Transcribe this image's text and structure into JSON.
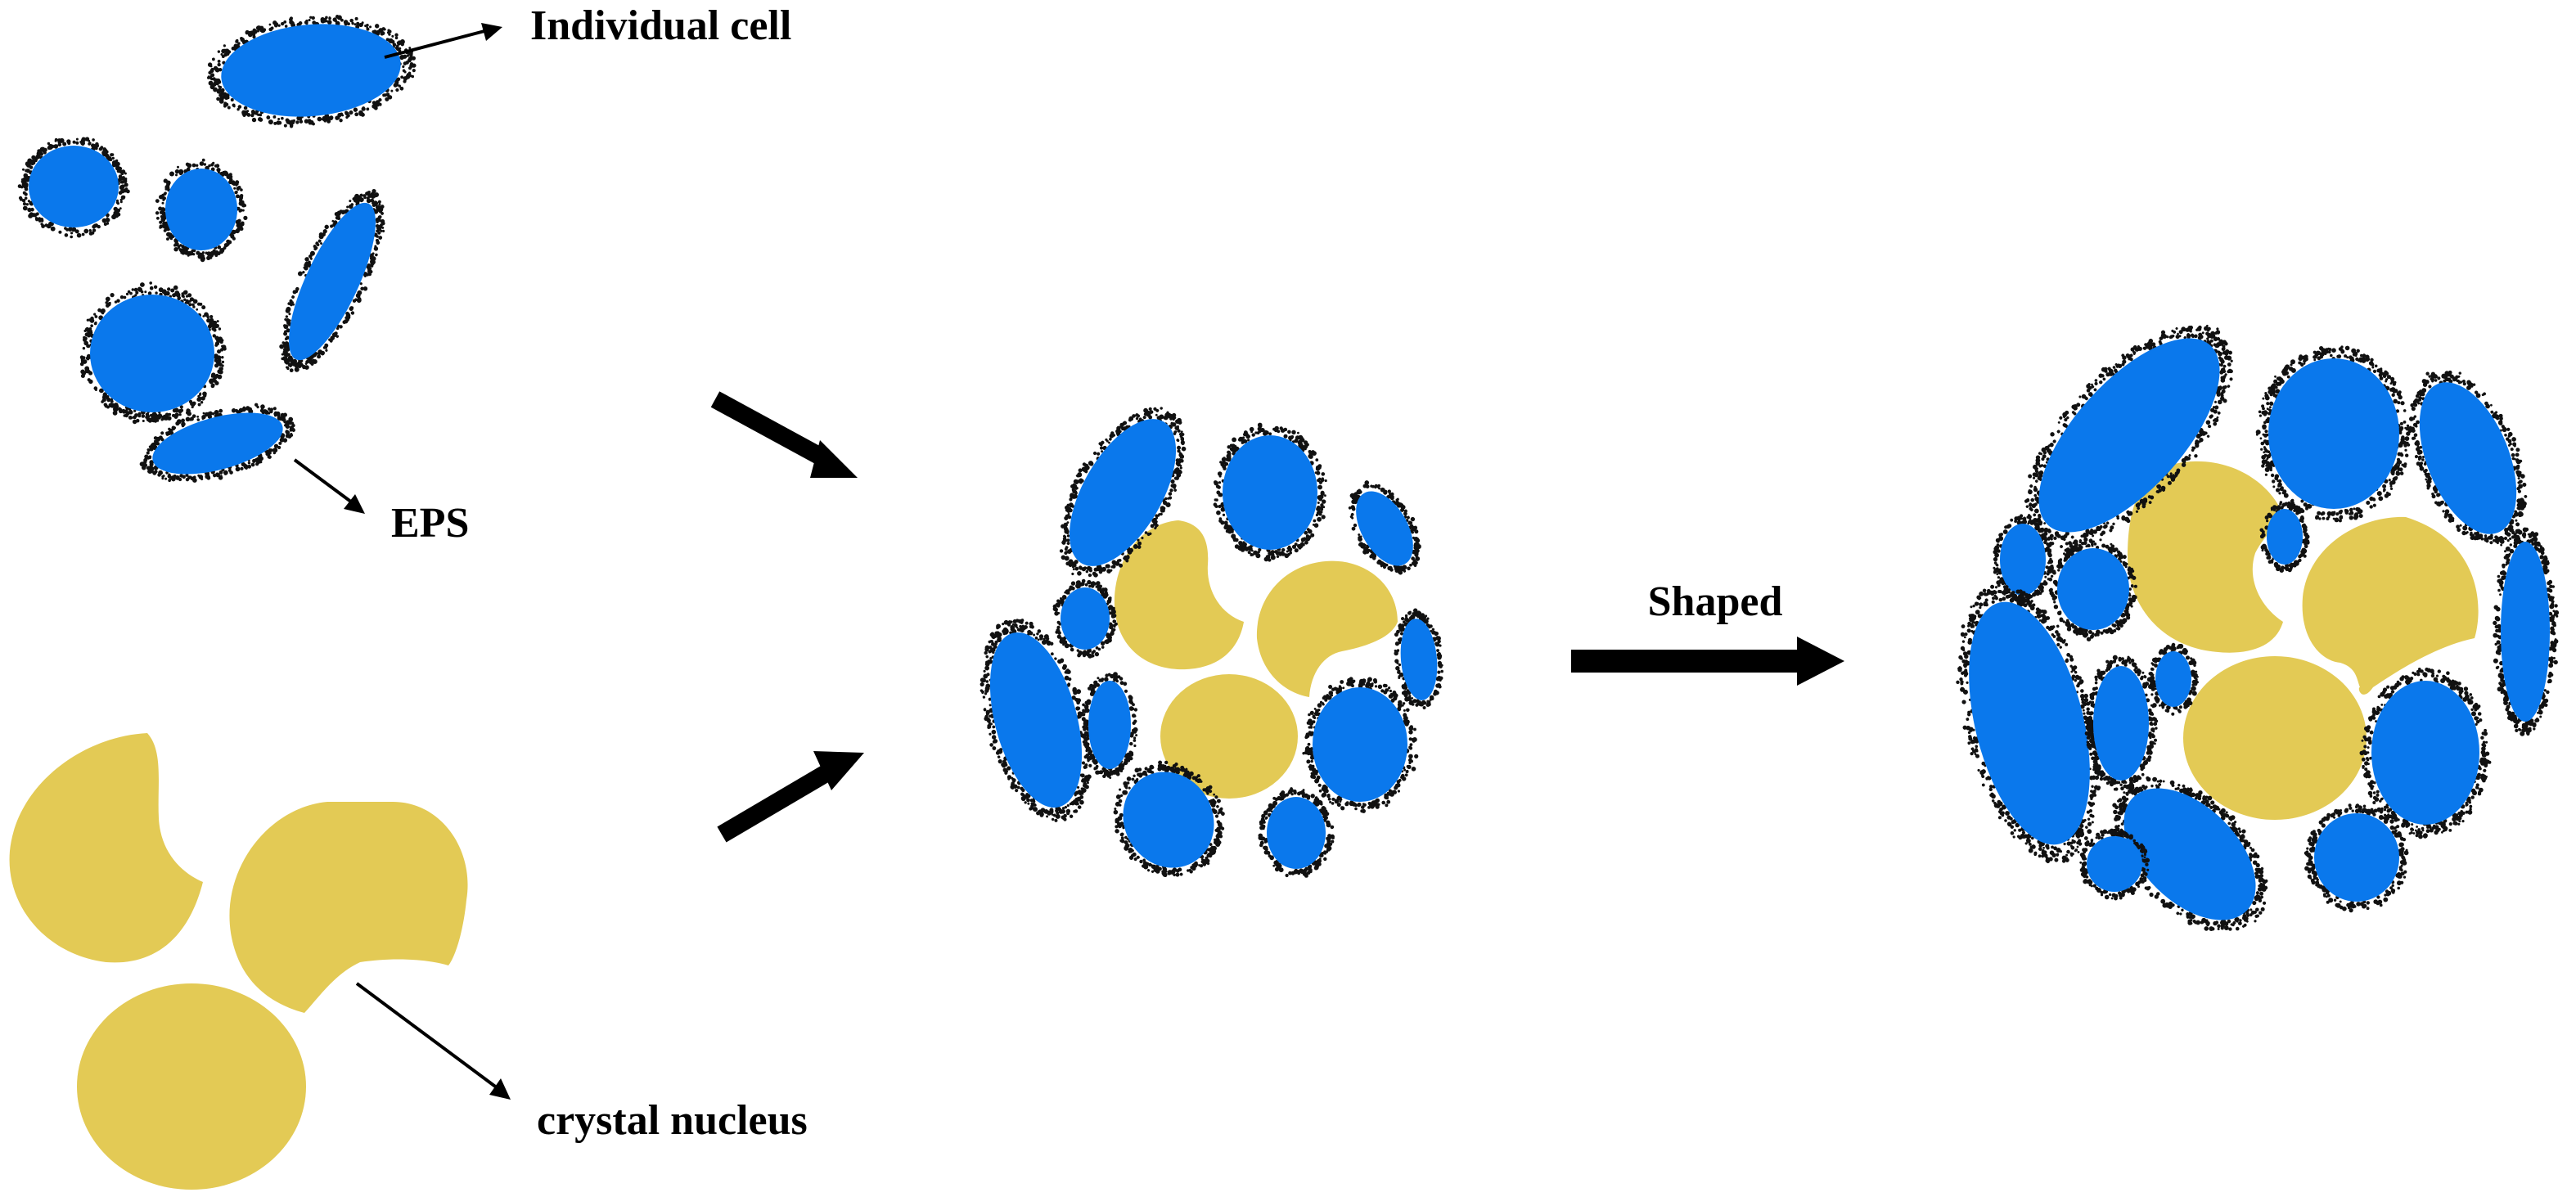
{
  "labels": {
    "individual_cell": "Individual cell",
    "eps": "EPS",
    "crystal_nucleus": "crystal nucleus",
    "shaped": "Shaped"
  },
  "colors": {
    "cell": "#0a78ec",
    "crystal": "#e3ca55",
    "eps_dots": "#111111",
    "arrow": "#000000"
  },
  "stages": [
    "individual-cells-and-nuclei",
    "initial-aggregate",
    "shaped-aggregate"
  ]
}
